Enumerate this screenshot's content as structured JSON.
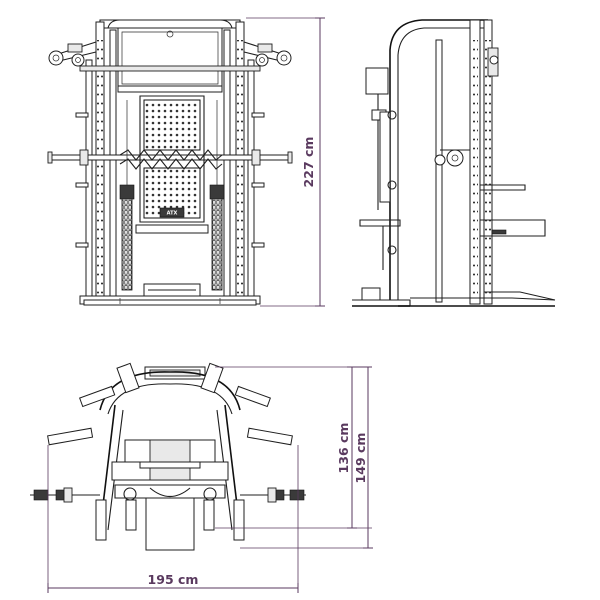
{
  "dimensions": {
    "height": "227 cm",
    "depth_inner": "136 cm",
    "depth_outer": "149 cm",
    "width": "195 cm"
  },
  "branding": {
    "logo_text": "ATX"
  },
  "colors": {
    "dimension_color": "#5a3a5f",
    "line_color": "#1f1f1f"
  }
}
